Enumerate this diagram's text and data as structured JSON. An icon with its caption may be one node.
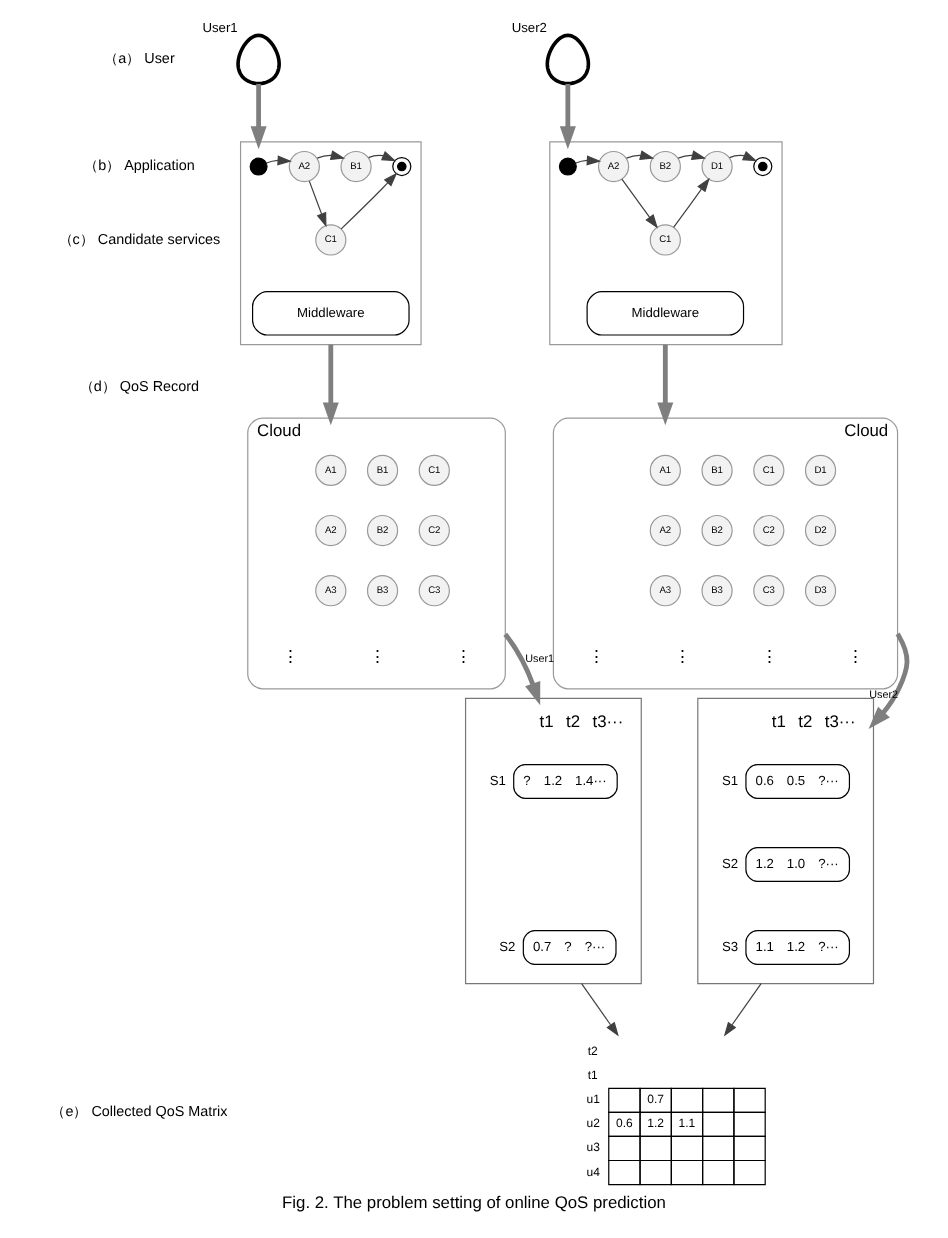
{
  "diagram": {
    "caption": "Fig. 2. The problem setting of online QoS prediction",
    "nodes": [
      {
        "text": [],
        "shape": "person",
        "beside": [
          "User1"
        ]
      },
      {
        "text": [],
        "shape": "person",
        "beside": [
          "User2"
        ]
      },
      {
        "text": [],
        "shape": "box"
      },
      {
        "text": [],
        "shape": "circle",
        "in": 2
      },
      {
        "text": [
          "A2"
        ],
        "in": 2
      },
      {
        "text": [
          "B1"
        ],
        "in": 2
      },
      {
        "text": [
          "C1"
        ],
        "in": 2
      },
      {
        "text": [],
        "shape": "circle",
        "in": 2
      },
      {
        "text": [
          "Middleware"
        ],
        "in": 2
      },
      {
        "text": [],
        "shape": "box"
      },
      {
        "text": [],
        "shape": "circle",
        "in": 9
      },
      {
        "text": [
          "A2"
        ],
        "in": 9
      },
      {
        "text": [
          "B2"
        ],
        "in": 9
      },
      {
        "text": [
          "C1"
        ],
        "in": 9
      },
      {
        "text": [
          "D1"
        ],
        "in": 9
      },
      {
        "text": [],
        "shape": "circle",
        "in": 9
      },
      {
        "text": [
          "Middleware"
        ],
        "in": 9
      },
      {
        "text": [
          "Cloud"
        ]
      },
      {
        "text": [
          "A1"
        ],
        "in": 17
      },
      {
        "text": [
          "B1"
        ],
        "in": 17
      },
      {
        "text": [
          "C1"
        ],
        "in": 17
      },
      {
        "text": [
          "A2"
        ],
        "in": 17
      },
      {
        "text": [
          "B2"
        ],
        "in": 17
      },
      {
        "text": [
          "C2"
        ],
        "in": 17
      },
      {
        "text": [
          "A3"
        ],
        "in": 17
      },
      {
        "text": [
          "B3"
        ],
        "in": 17
      },
      {
        "text": [
          "C3"
        ],
        "in": 17
      },
      {
        "text": [
          "Cloud"
        ]
      },
      {
        "text": [
          "A1"
        ],
        "in": 27
      },
      {
        "text": [
          "B1"
        ],
        "in": 27
      },
      {
        "text": [
          "C1"
        ],
        "in": 27
      },
      {
        "text": [
          "D1"
        ],
        "in": 27
      },
      {
        "text": [
          "A2"
        ],
        "in": 27
      },
      {
        "text": [
          "B2"
        ],
        "in": 27
      },
      {
        "text": [
          "C2"
        ],
        "in": 27
      },
      {
        "text": [
          "D2"
        ],
        "in": 27
      },
      {
        "text": [
          "A3"
        ],
        "in": 27
      },
      {
        "text": [
          "B3"
        ],
        "in": 27
      },
      {
        "text": [
          "C3"
        ],
        "in": 27
      },
      {
        "text": [
          "D3"
        ],
        "in": 27
      },
      {
        "text": [
          "t1",
          "t2",
          "t3···"
        ]
      },
      {
        "text": [
          "?",
          "1.2",
          "1.4···"
        ],
        "beside": [
          "S1"
        ],
        "in": 40
      },
      {
        "text": [
          "0.7",
          "?",
          "?···"
        ],
        "beside": [
          "S2"
        ],
        "in": 40
      },
      {
        "text": [
          "t1",
          "t2",
          "t3···"
        ]
      },
      {
        "text": [
          "0.6",
          "0.5",
          "?···"
        ],
        "beside": [
          "S1"
        ],
        "in": 43
      },
      {
        "text": [
          "1.2",
          "1.0",
          "?···"
        ],
        "beside": [
          "S2"
        ],
        "in": 43
      },
      {
        "text": [
          "1.1",
          "1.2",
          "?···"
        ],
        "beside": [
          "S3"
        ],
        "in": 43
      },
      {
        "text": [
          "t2",
          "t1",
          "u1",
          "0.7",
          "u2",
          "0.6",
          "1.2",
          "1.1",
          "u3",
          "u4"
        ]
      }
    ],
    "edges": [
      {
        "from": 0,
        "to": 2,
        "arrow": "to",
        "style": "thick",
        "color": "#7f7f7f"
      },
      {
        "from": 1,
        "to": 9,
        "arrow": "to",
        "style": "thick",
        "color": "#7f7f7f"
      },
      {
        "from": 3,
        "to": 4,
        "arrow": "to"
      },
      {
        "from": 4,
        "to": 5,
        "arrow": "to"
      },
      {
        "from": 4,
        "to": 6,
        "arrow": "to"
      },
      {
        "from": 5,
        "to": 7,
        "arrow": "to"
      },
      {
        "from": 6,
        "to": 7,
        "arrow": "to"
      },
      {
        "from": 10,
        "to": 11,
        "arrow": "to"
      },
      {
        "from": 11,
        "to": 12,
        "arrow": "to"
      },
      {
        "from": 11,
        "to": 13,
        "arrow": "to"
      },
      {
        "from": 12,
        "to": 14,
        "arrow": "to"
      },
      {
        "from": 13,
        "to": 14,
        "arrow": "to"
      },
      {
        "from": 14,
        "to": 15,
        "arrow": "to"
      },
      {
        "from": 2,
        "to": 17,
        "arrow": "to",
        "style": "thick",
        "color": "#7f7f7f"
      },
      {
        "from": 9,
        "to": 27,
        "arrow": "to",
        "style": "thick",
        "color": "#7f7f7f"
      },
      {
        "from": 17,
        "to": 40,
        "arrow": "to",
        "label": "User1",
        "style": "thick",
        "color": "#7f7f7f"
      },
      {
        "from": 27,
        "to": 43,
        "arrow": "to",
        "label": "User2",
        "style": "thick",
        "color": "#7f7f7f"
      },
      {
        "from": 40,
        "to": 47,
        "arrow": "to"
      },
      {
        "from": 43,
        "to": 47,
        "arrow": "to"
      }
    ],
    "labels": [
      "（a） User",
      "（b） Application",
      "（c） Candidate services",
      "⋮",
      "⋮",
      "⋮",
      "⋮",
      "⋮",
      "⋮",
      "⋮",
      "（d） QoS Record",
      "（e） Collected QoS Matrix"
    ]
  }
}
